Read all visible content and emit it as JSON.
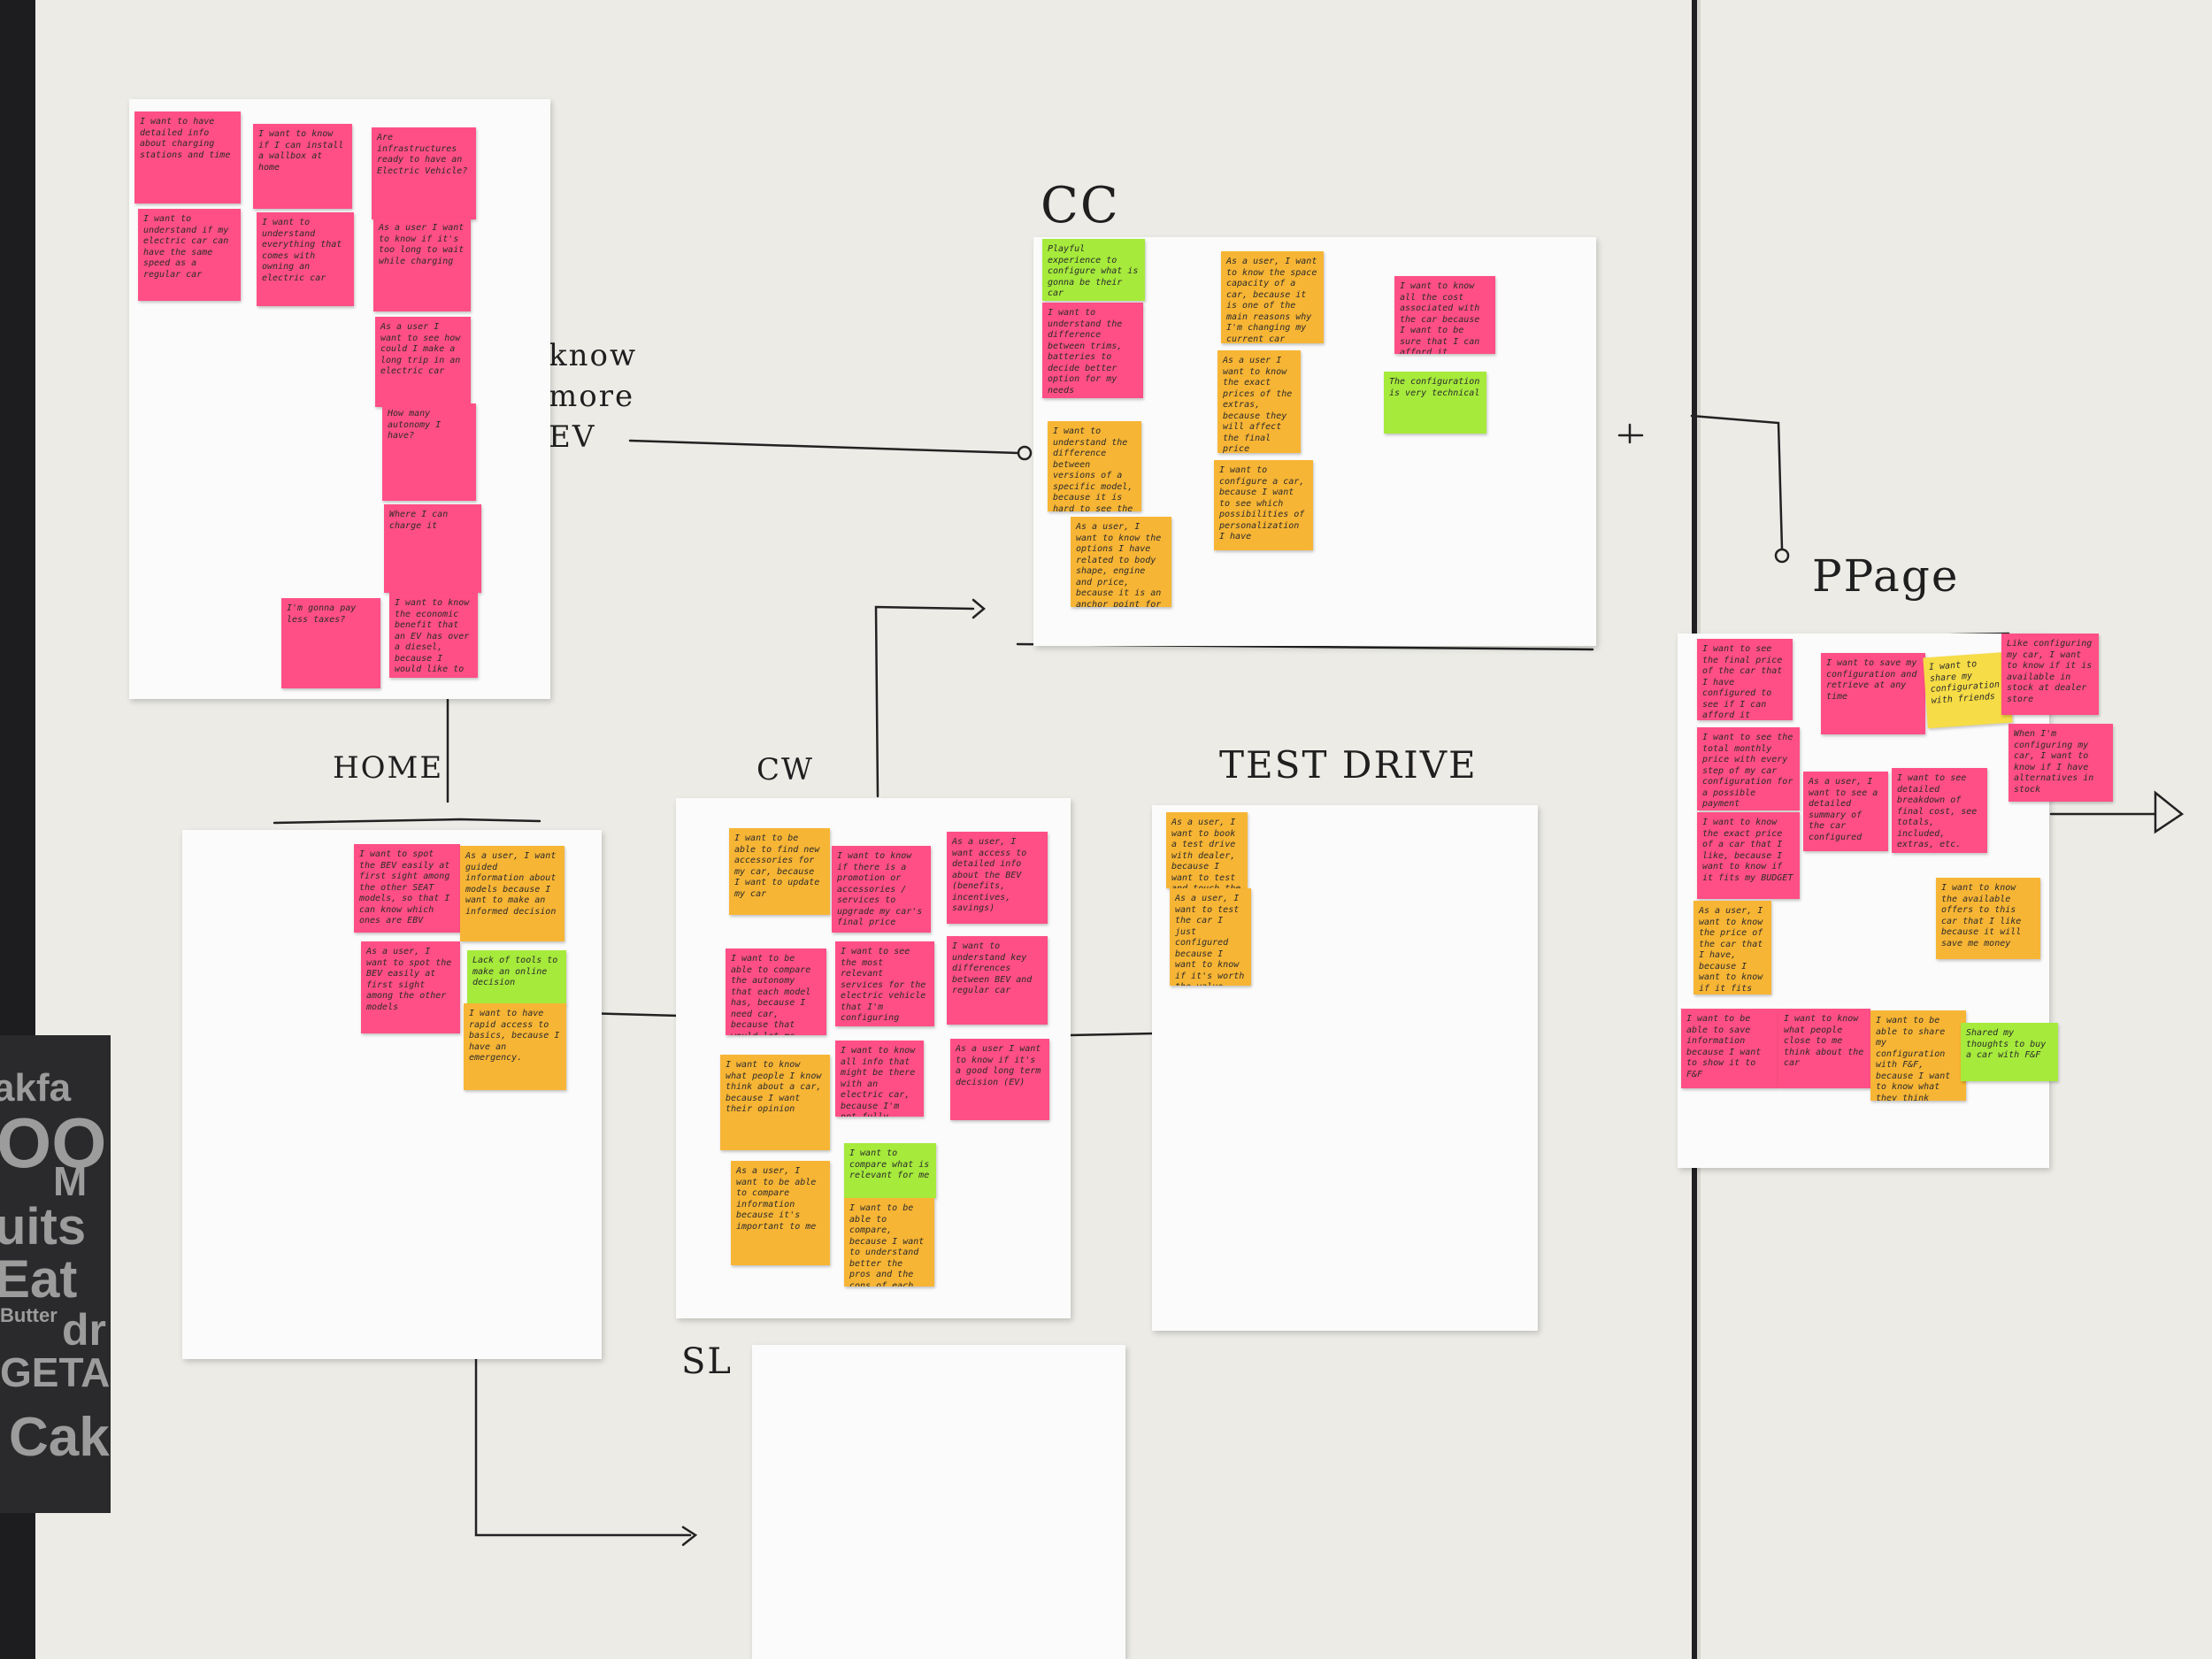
{
  "labels": {
    "home": "HOME",
    "cw": "CW",
    "cc": "CC",
    "test_drive": "TEST DRIVE",
    "ppage": "PPage",
    "sl": "SL",
    "know_more_ev": "know more EV"
  },
  "poster_text": [
    "akfa",
    "OO",
    "M",
    "uits",
    "Eat",
    "Butter",
    "dr",
    "GETA",
    "Cak"
  ],
  "colors": {
    "pink": "#ff4f86",
    "orange": "#f7b535",
    "green": "#a6ea3c",
    "wall": "#ecebe6"
  },
  "notes": {
    "top_left": [
      "I want to have detailed info about charging stations and time",
      "I want to know if I can install a wallbox at home",
      "Are infrastructures ready to have an Electric Vehicle?",
      "I want to understand if my electric car can have the same speed as a regular car",
      "I want to understand everything that comes with owning an electric car",
      "As a user I want to know if it's too long to wait while charging",
      "As a user I want to see how could I make a long trip in an electric car",
      "How many autonomy I have?",
      "Where I can charge it",
      "I'm gonna pay less taxes?",
      "I want to know the economic benefit that an EV has over a diesel, because I would like to save money"
    ],
    "cc": [
      "Playful experience to configure what is gonna be their car",
      "As a user, I want to know the space capacity of a car, because it is one of the main reasons why I'm changing my current car",
      "I want to know all the cost associated with the car because I want to be sure that I can afford it",
      "I want to understand the difference between trims, batteries to decide better option for my needs",
      "As a user I want to know the exact prices of the extras, because they will affect the final price",
      "The configuration is very technical",
      "I want to understand the difference between versions of a specific model, because it is hard to see the difference",
      "I want to configure a car, because I want to see which possibilities of personalization I have",
      "As a user, I want to know the options I have related to body shape, engine and price, because it is an anchor point for my future decision"
    ],
    "home": [
      "I want to spot the BEV easily at first sight among the other SEAT models, so that I can know which ones are EBV",
      "As a user, I want guided information about models because I want to make an informed decision",
      "As a user, I want to spot the BEV easily at first sight among the other models",
      "Lack of tools to make an online decision",
      "I want to have rapid access to basics, because I have an emergency."
    ],
    "cw": [
      "I want to be able to find new accessories for my car, because I want to update my car",
      "I want to know if there is a promotion or accessories / services to upgrade my car's final price",
      "As a user, I want access to detailed info about the BEV (benefits, incentives, savings)",
      "I want to be able to compare the autonomy that each model has, because I need car, because that would let me make long trips",
      "I want to see the most relevant services for the electric vehicle that I'm configuring",
      "I want to understand key differences between BEV and regular car",
      "I want to know what people I know think about a car, because I want their opinion",
      "I want to know all info that might be there with an electric car, because I'm not fully decided",
      "As a user I want to know if it's a good long term decision (EV)",
      "As a user, I want to be able to compare information because it's important to me",
      "I want to compare what is relevant for me",
      "I want to be able to compare, because I want to understand better the pros and the cons of each car"
    ],
    "test_drive": [
      "As a user, I want to book a test drive with dealer, because I want to test and touch the car",
      "As a user, I want to test the car I just configured because I want to know if it's worth the value"
    ],
    "ppage": [
      "I want to see the final price of the car that I have configured to see if I can afford it",
      "I want to save my configuration and retrieve at any time",
      "I want to share my configuration with friends",
      "Like configuring my car, I want to know if it is available in stock at dealer store",
      "I want to see the total monthly price with every step of my car configuration for a possible payment",
      "As a user, I want to see a detailed summary of the car configured",
      "I want to see detailed breakdown of final cost, see totals, included, extras, etc.",
      "When I'm configuring my car, I want to know if I have alternatives in stock",
      "I want to know the exact price of a car that I like, because I want to know if it fits my BUDGET",
      "As a user, I want to know the price of the car that I have, because I want to know if it fits my budget",
      "I want to know the available offers to this car that I like because it will save me money",
      "I want to be able to save information because I want to show it to F&F",
      "I want to know what people close to me think about the car",
      "I want to be able to share my configuration with F&F, because I want to know what they think",
      "Shared my thoughts to buy a car with F&F"
    ]
  }
}
